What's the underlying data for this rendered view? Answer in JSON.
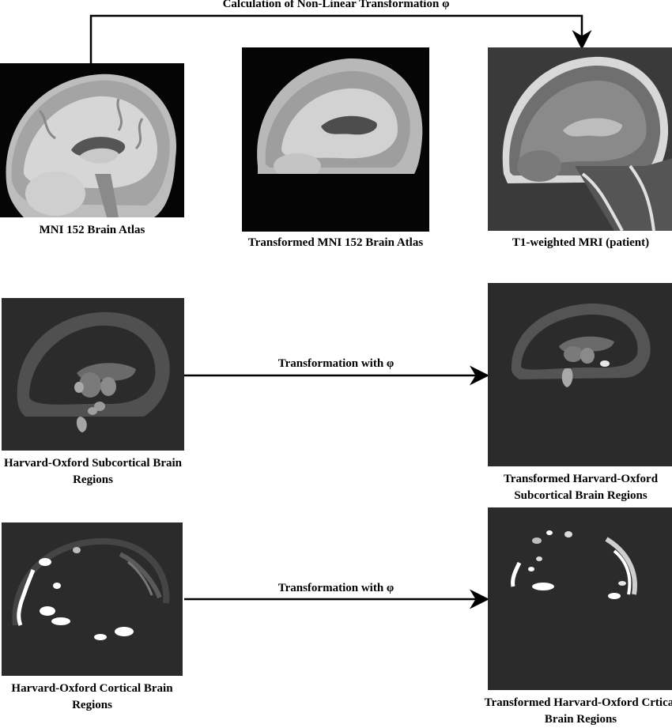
{
  "top_arrow_label": "Calculation of Non-Linear Transformation φ",
  "captions": {
    "mni_atlas": "MNI 152 Brain Atlas",
    "transformed_mni": "Transformed MNI 152 Brain Atlas",
    "t1_mri": "T1-weighted MRI (patient)",
    "ho_subcortical": "Harvard-Oxford Subcortical Brain Regions",
    "transformed_subcortical": "Transformed Harvard-Oxford Subcortical Brain Regions",
    "ho_cortical": "Harvard-Oxford Cortical Brain Regions",
    "transformed_cortical": "Transformed Harvard-Oxford Crtical Brain Regions"
  },
  "arrow_labels": {
    "subcortical": "Transformation with φ",
    "cortical": "Transformation with φ"
  },
  "colors": {
    "background": "#ffffff",
    "panel_dark": "#2b2b2b",
    "scan_black": "#050505",
    "arrow": "#000000"
  }
}
